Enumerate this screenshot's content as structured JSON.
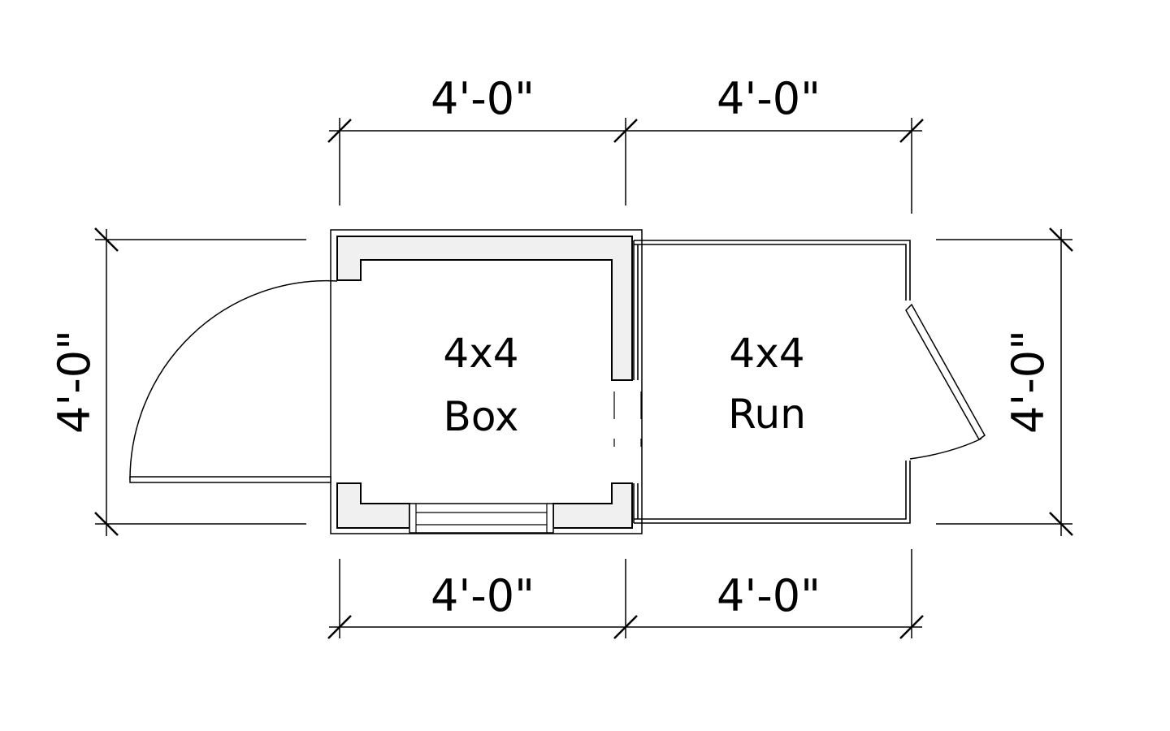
{
  "dimensions": {
    "top_left": "4'-0\"",
    "top_right": "4'-0\"",
    "bottom_left": "4'-0\"",
    "bottom_right": "4'-0\"",
    "left_side": "4'-0\"",
    "right_side": "4'-0\""
  },
  "rooms": {
    "box": {
      "line1": "4x4",
      "line2": "Box"
    },
    "run": {
      "line1": "4x4",
      "line2": "Run"
    }
  },
  "colors": {
    "line": "#000000",
    "wall_fill": "#f0f0f0",
    "background": "#ffffff"
  }
}
